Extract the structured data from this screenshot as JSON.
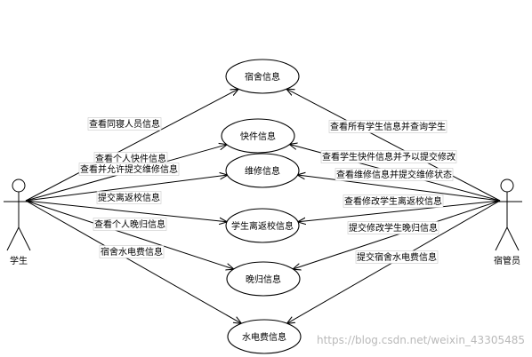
{
  "actors": [
    {
      "id": "student",
      "name": "学生"
    },
    {
      "id": "manager",
      "name": "宿管员"
    }
  ],
  "use_cases": [
    {
      "id": "dorm",
      "label": "宿舍信息"
    },
    {
      "id": "express",
      "label": "快件信息"
    },
    {
      "id": "repair",
      "label": "维修信息"
    },
    {
      "id": "leave",
      "label": "学生离返校信息"
    },
    {
      "id": "late",
      "label": "晚归信息"
    },
    {
      "id": "utility",
      "label": "水电费信息"
    }
  ],
  "associations": [
    {
      "from": "student",
      "to": "dorm",
      "label": "查看同寝人员信息"
    },
    {
      "from": "student",
      "to": "express",
      "label": "查看个人快件信息"
    },
    {
      "from": "student",
      "to": "repair",
      "label": "查看并允许提交维修信息"
    },
    {
      "from": "student",
      "to": "leave",
      "label": "提交离返校信息"
    },
    {
      "from": "student",
      "to": "late",
      "label": "查看个人晚归信息"
    },
    {
      "from": "student",
      "to": "utility",
      "label": "宿舍水电费信息"
    },
    {
      "from": "manager",
      "to": "dorm",
      "label": "查看所有学生信息并查询学生"
    },
    {
      "from": "manager",
      "to": "express",
      "label": "查看学生快件信息并予以提交修改"
    },
    {
      "from": "manager",
      "to": "repair",
      "label": "查看维修信息并提交维修状态"
    },
    {
      "from": "manager",
      "to": "leave",
      "label": "查看修改学生离返校信息"
    },
    {
      "from": "manager",
      "to": "late",
      "label": "提交修改学生晚归信息"
    },
    {
      "from": "manager",
      "to": "utility",
      "label": "提交宿舍水电费信息"
    }
  ],
  "watermark": "https://blog.csdn.net/weixin_43305485"
}
